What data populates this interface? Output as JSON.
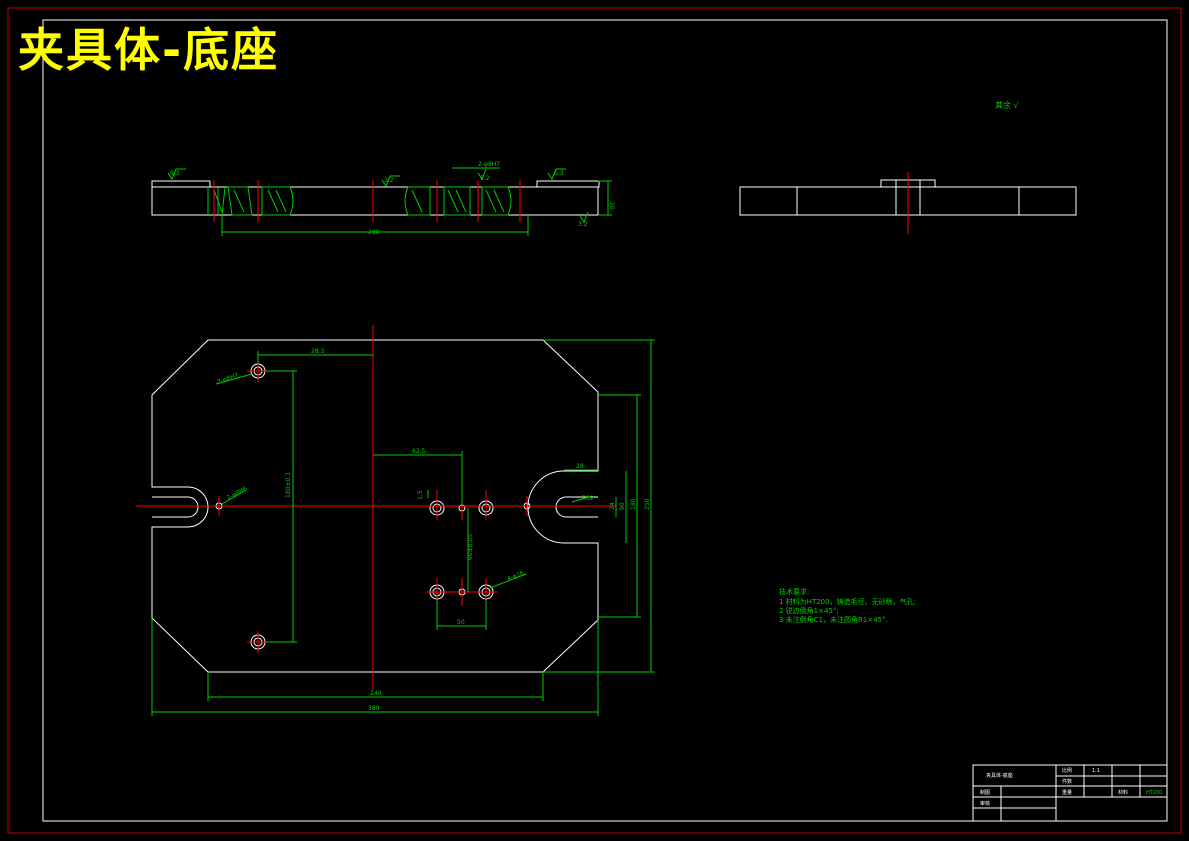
{
  "title": "夹具体-底座",
  "roughness_note": "其余 √",
  "dimensions": {
    "side_length": "280",
    "roughness_a": "6.3",
    "roughness_b": "3.2",
    "roughness_c": "6.3",
    "roughness_d": "3.2",
    "roughness_e": "3.2",
    "thickness": "20",
    "hole_callout_top": "2-φ8H7",
    "top_h1": "28.3",
    "top_callout_1": "2-φ8H7",
    "left_callout": "2-φ8H6",
    "left_vert": "180±0.1",
    "mid_h1": "62.5",
    "mid_v1": "1.5",
    "mid_vert": "60±0.05",
    "mid_h2": "50",
    "mid_callout": "4-φ16",
    "right_h": "28",
    "right_slot": "R12",
    "right_v1": "24",
    "right_v2": "90",
    "right_v3": "180",
    "right_v4": "250",
    "bottom_inner": "240",
    "bottom_total": "380"
  },
  "tech_notes": {
    "heading": "技术要求:",
    "line1": "1 材料为HT200，铸造毛坯，无砂眼，气孔;",
    "line2": "2 锐边倒角1×45°;",
    "line3": "3 未注倒角C1，未注圆角R1×45°."
  },
  "title_block": {
    "part_name": "夹具体-底座",
    "scale_label": "比例",
    "scale_value": "1:1",
    "count_label": "件数",
    "weight_label": "重量",
    "material_label": "材料",
    "material_value": "HT200",
    "drawn_label": "制图",
    "checked_label": "审核"
  }
}
